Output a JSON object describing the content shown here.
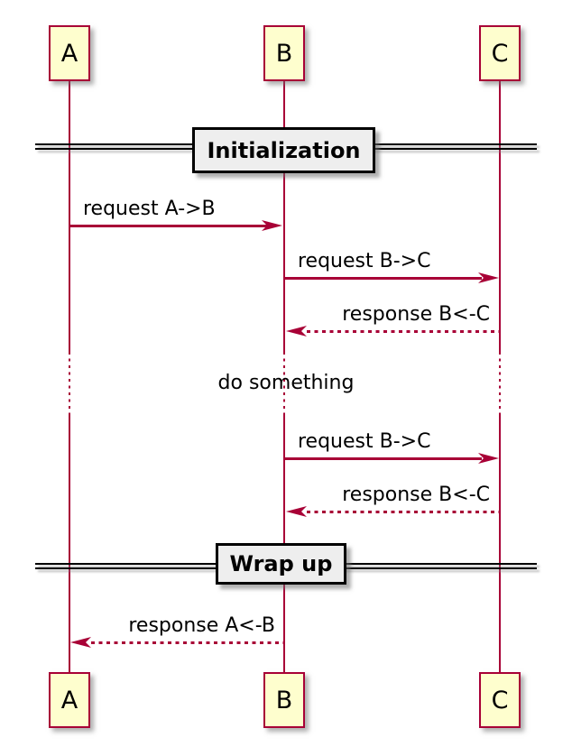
{
  "diagram_type": "sequence-diagram",
  "participants": [
    {
      "label": "A"
    },
    {
      "label": "B"
    },
    {
      "label": "C"
    }
  ],
  "dividers": [
    {
      "label": "Initialization"
    },
    {
      "label": "Wrap up"
    }
  ],
  "messages": [
    {
      "label": "request A->B",
      "from": "A",
      "to": "B",
      "line": "solid",
      "direction": "right"
    },
    {
      "label": "request B->C",
      "from": "B",
      "to": "C",
      "line": "solid",
      "direction": "right"
    },
    {
      "label": "response B<-C",
      "from": "C",
      "to": "B",
      "line": "dotted",
      "direction": "left"
    },
    {
      "label": "request B->C",
      "from": "B",
      "to": "C",
      "line": "solid",
      "direction": "right"
    },
    {
      "label": "response B<-C",
      "from": "C",
      "to": "B",
      "line": "dotted",
      "direction": "left"
    },
    {
      "label": "response A<-B",
      "from": "B",
      "to": "A",
      "line": "dotted",
      "direction": "left"
    }
  ],
  "delay": {
    "label": "do something"
  },
  "colors": {
    "accent": "#A80036",
    "participant_fill": "#FEFECE",
    "participant_border": "#A80036",
    "divider_fill": "#EEEEEE",
    "divider_border": "#000000",
    "text": "#000000",
    "background": "#FFFFFF"
  }
}
